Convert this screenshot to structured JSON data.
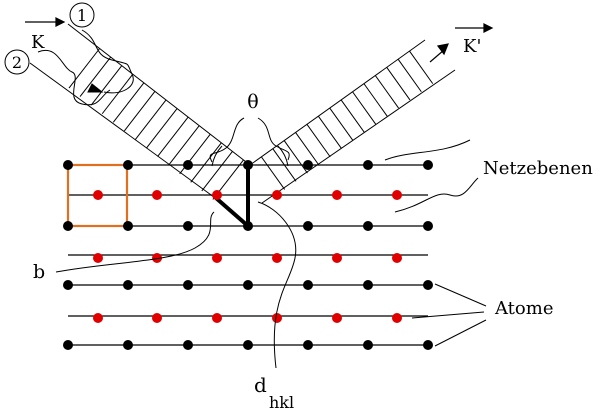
{
  "labels": {
    "wave_1": "1",
    "wave_2": "2",
    "incident_vector": "K",
    "reflected_vector": "K'",
    "angle": "θ",
    "lattice_planes": "Netzebenen",
    "atoms": "Atome",
    "path_diff": "b",
    "spacing_d": "d",
    "spacing_sub": "hkl"
  },
  "colors": {
    "black_atom": "#000000",
    "red_atom": "#e00000",
    "unit_cell": "#e07020",
    "line": "#000000"
  }
}
